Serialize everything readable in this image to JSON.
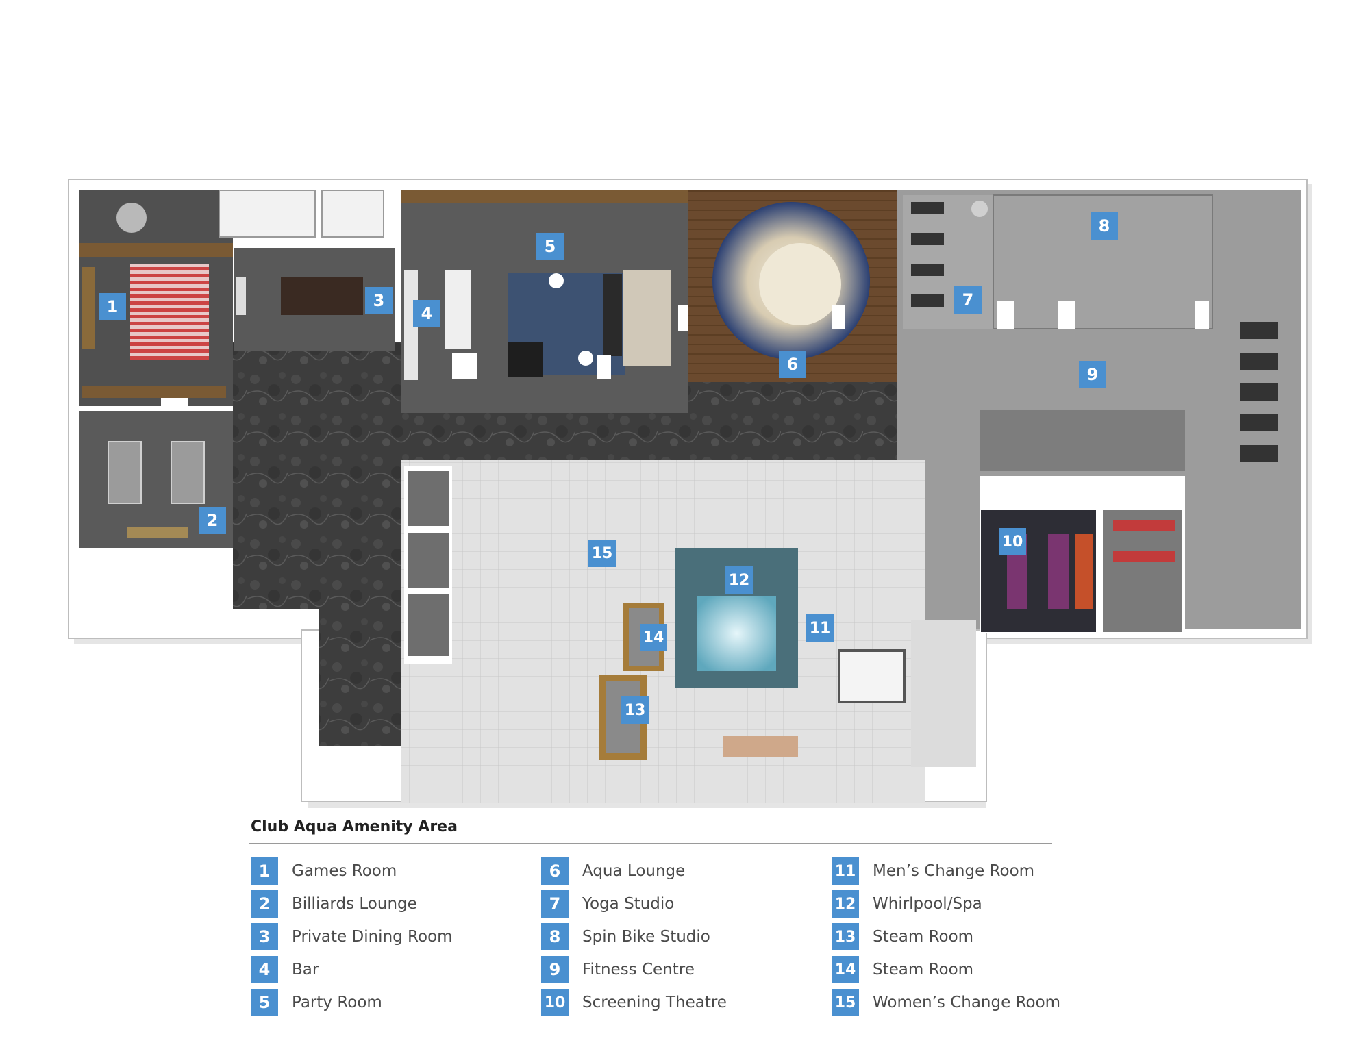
{
  "legend": {
    "title": "Club Aqua Amenity Area",
    "items": [
      {
        "num": "1",
        "label": "Games Room"
      },
      {
        "num": "2",
        "label": "Billiards Lounge"
      },
      {
        "num": "3",
        "label": "Private Dining Room"
      },
      {
        "num": "4",
        "label": "Bar"
      },
      {
        "num": "5",
        "label": "Party Room"
      },
      {
        "num": "6",
        "label": "Aqua Lounge"
      },
      {
        "num": "7",
        "label": "Yoga Studio"
      },
      {
        "num": "8",
        "label": "Spin Bike Studio"
      },
      {
        "num": "9",
        "label": "Fitness Centre"
      },
      {
        "num": "10",
        "label": "Screening Theatre"
      },
      {
        "num": "11",
        "label": "Men’s Change Room"
      },
      {
        "num": "12",
        "label": "Whirlpool/Spa"
      },
      {
        "num": "13",
        "label": "Steam Room"
      },
      {
        "num": "14",
        "label": "Steam Room"
      },
      {
        "num": "15",
        "label": "Women’s Change Room"
      }
    ]
  },
  "colors": {
    "marker": "#4a90d0",
    "corridor": "#3d3d3d",
    "floor_dark": "#555555",
    "floor_light": "#9a9a9a",
    "wall": "#ffffff",
    "tile": "#d8d8d8",
    "spa_water": "#9fd4e0",
    "wood": "#6b4a2e"
  }
}
